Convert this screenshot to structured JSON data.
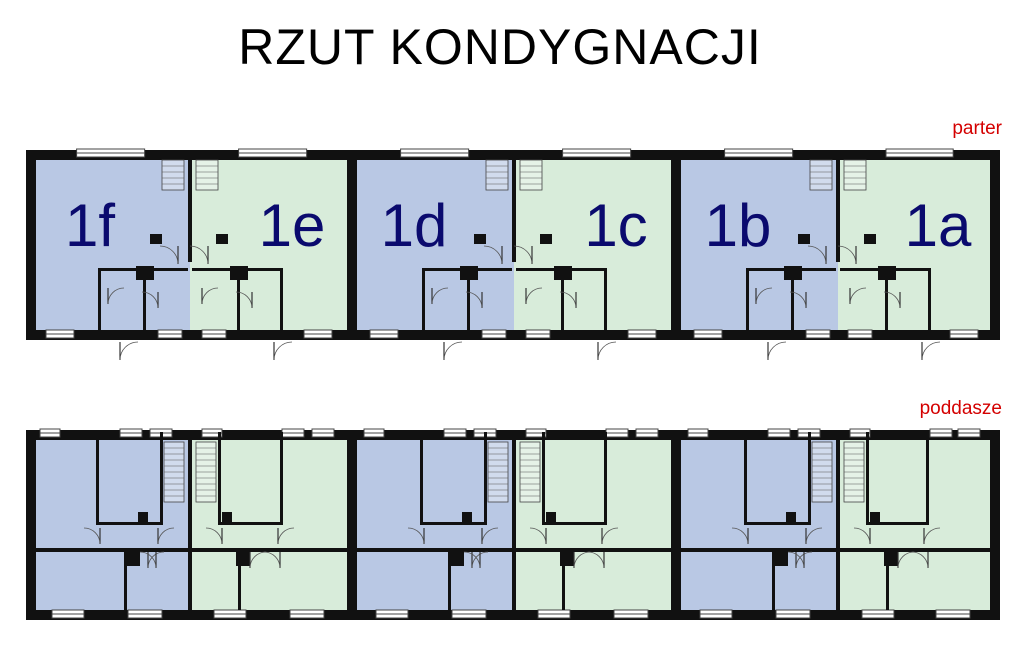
{
  "title": "RZUT KONDYGNACJI",
  "levels": {
    "ground": "parter",
    "attic": "poddasze"
  },
  "units": [
    "1f",
    "1e",
    "1d",
    "1c",
    "1b",
    "1a"
  ],
  "colors": {
    "blue_unit": "#b9c8e4",
    "green_unit": "#d8ecda",
    "wall": "#111111",
    "level_label": "#d40000",
    "unit_label": "#0a0a6e"
  }
}
